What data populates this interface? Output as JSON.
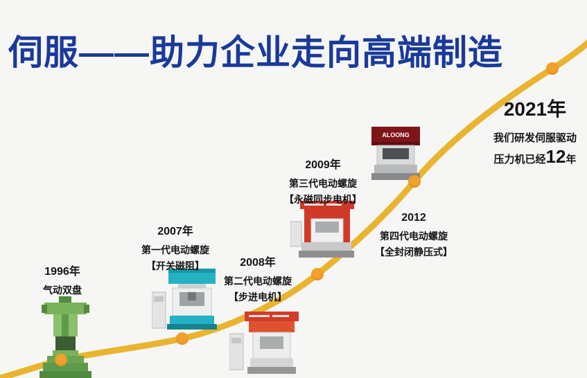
{
  "title": "伺服——助力企业走向高端制造",
  "colors": {
    "title_blue": "#1a3a9a",
    "curve_gold": "#e9b42f",
    "dot_orange": "#f1a12b",
    "machine_1996_green": "#6aa552",
    "machine_2007_teal": "#23b2c4",
    "machine_2008_red": "#d23c2a",
    "machine_2009_red": "#cf3a28",
    "machine_2012_dark_red": "#7e1517"
  },
  "milestones": [
    {
      "year": "1996年",
      "lines": [
        "气动双盘"
      ]
    },
    {
      "year": "2007年",
      "lines": [
        "第一代电动螺旋",
        "【开关磁阻】"
      ]
    },
    {
      "year": "2008年",
      "lines": [
        "第二代电动螺旋",
        "【步进电机】"
      ]
    },
    {
      "year": "2009年",
      "lines": [
        "第三代电动螺旋",
        "【永磁同步电机】"
      ]
    },
    {
      "year": "2012",
      "lines": [
        "第四代电动螺旋",
        "【全封闭静压式】"
      ]
    }
  ],
  "final": {
    "year": "2021年",
    "line1": "我们研发伺服驱动",
    "line2_prefix": "压力机已经",
    "line2_number": "12",
    "line2_suffix": "年"
  },
  "machine_brand": "ALOONG"
}
